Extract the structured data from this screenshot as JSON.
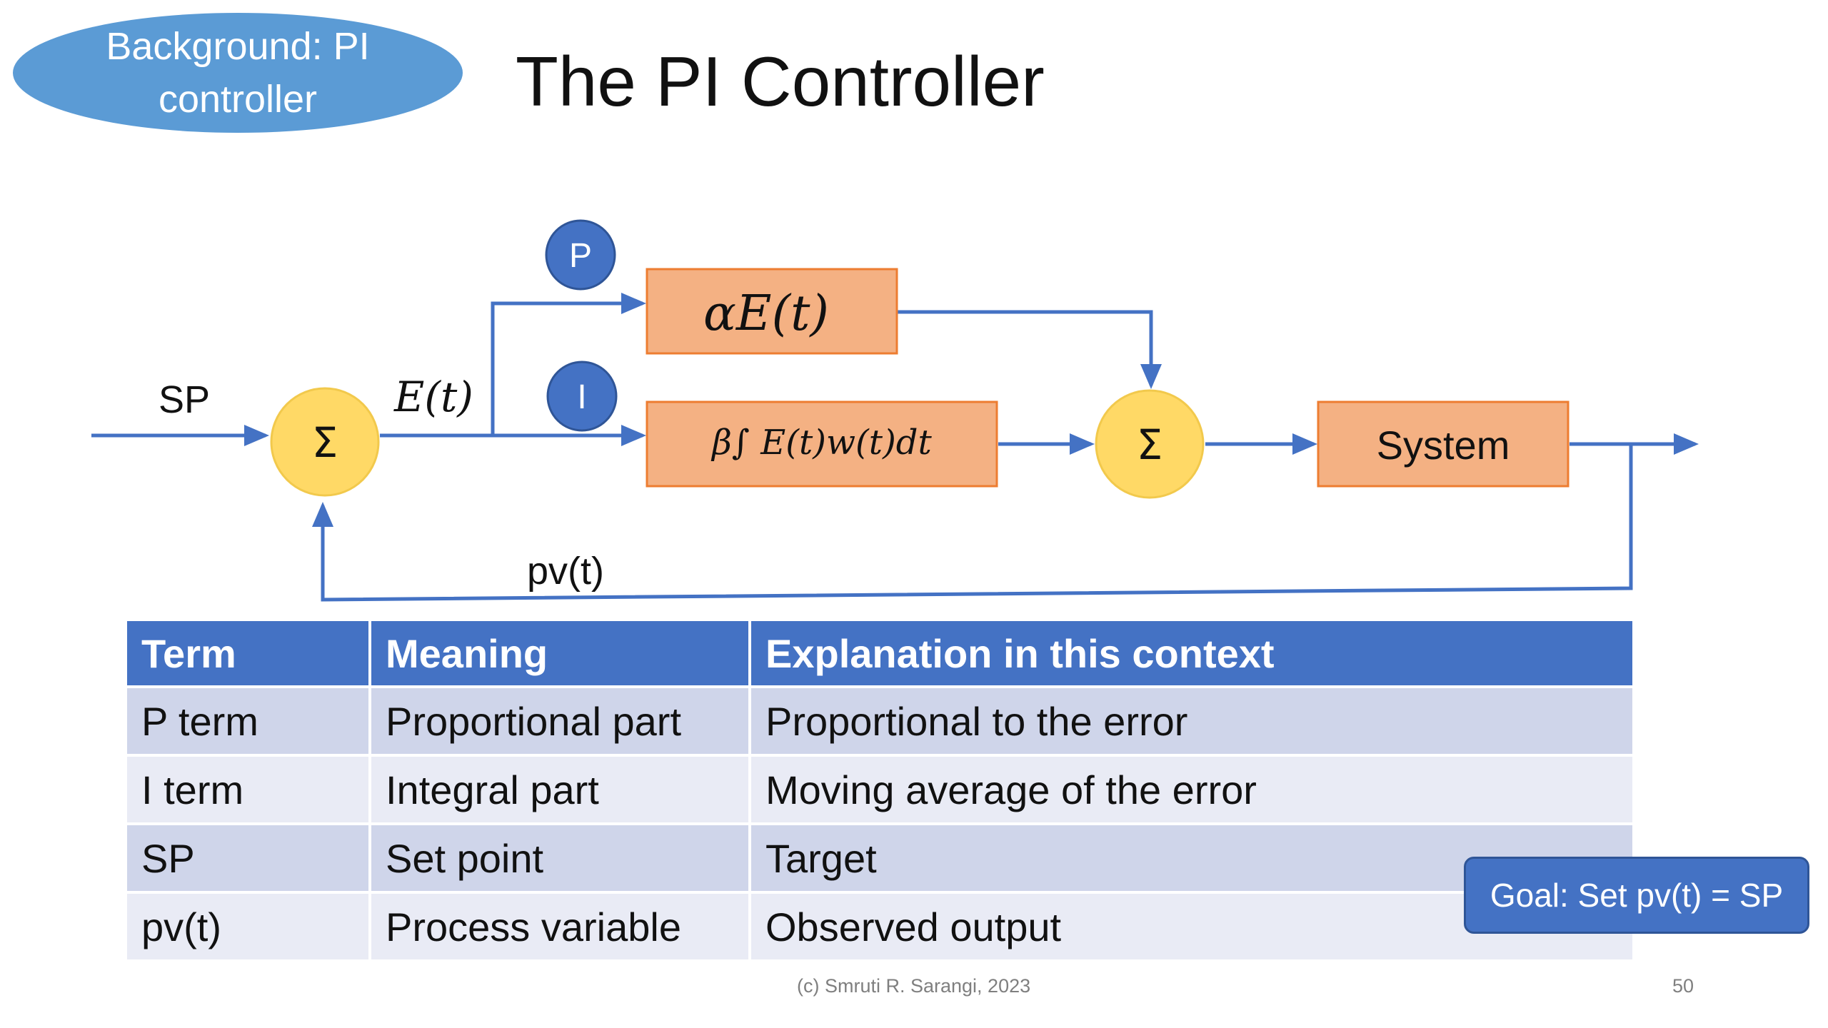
{
  "badge": {
    "text": "Background: PI controller"
  },
  "title": "The PI Controller",
  "diagram": {
    "sp_label": "SP",
    "error_label": "E(t)",
    "sum_symbol": "Σ",
    "p_marker": "P",
    "i_marker": "I",
    "p_block": "αE(t)",
    "i_block": "β∫ E(t)w(t)dt",
    "system_block": "System",
    "feedback_label": "pv(t)"
  },
  "table": {
    "headers": [
      "Term",
      "Meaning",
      "Explanation in this context"
    ],
    "rows": [
      [
        "P term",
        "Proportional part",
        "Proportional to the error"
      ],
      [
        "I term",
        "Integral part",
        "Moving average of the error"
      ],
      [
        "SP",
        "Set point",
        "Target"
      ],
      [
        "pv(t)",
        "Process variable",
        "Observed output"
      ]
    ]
  },
  "goal": "Goal: Set pv(t) = SP",
  "footer": {
    "credit": "(c) Smruti R. Sarangi, 2023",
    "page_number": "50"
  },
  "colors": {
    "line": "#4472c4",
    "block_fill": "#f4b183",
    "block_border": "#ed7d31",
    "sum_fill": "#ffd966",
    "marker_fill": "#4472c4",
    "badge": "#5b9bd5",
    "table_header": "#4472c4"
  }
}
